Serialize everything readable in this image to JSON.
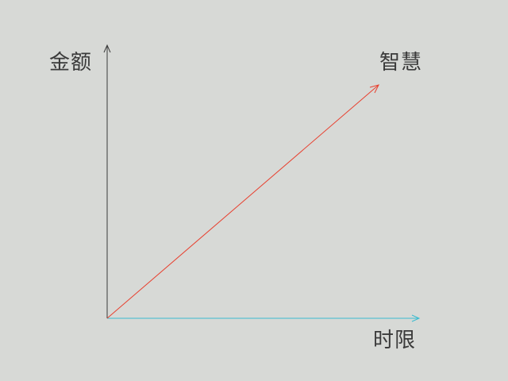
{
  "labels": {
    "y_axis": "金额",
    "x_axis": "时限",
    "diagonal": "智慧"
  },
  "colors": {
    "background": "#d7d9d6",
    "y_axis": "#3a3a3a",
    "x_axis": "#3bbcd0",
    "diagonal": "#e8402f",
    "text": "#3a3a3a"
  }
}
